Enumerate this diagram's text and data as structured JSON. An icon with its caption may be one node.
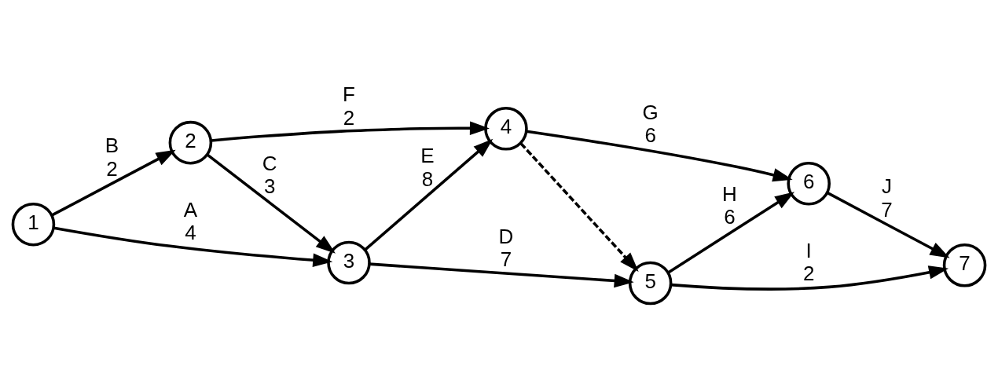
{
  "diagram": {
    "nodes": [
      {
        "text": [
          "1"
        ]
      },
      {
        "text": [
          "2"
        ]
      },
      {
        "text": [
          "3"
        ]
      },
      {
        "text": [
          "4"
        ]
      },
      {
        "text": [
          "5"
        ]
      },
      {
        "text": [
          "6"
        ]
      },
      {
        "text": [
          "7"
        ]
      }
    ],
    "edges": [
      {
        "from": 0,
        "to": 2,
        "arrow": "to",
        "label": "A 4"
      },
      {
        "from": 0,
        "to": 1,
        "arrow": "to",
        "label": "B 2"
      },
      {
        "from": 1,
        "to": 2,
        "arrow": "to",
        "label": "C 3"
      },
      {
        "from": 2,
        "to": 4,
        "arrow": "to",
        "label": "D 7"
      },
      {
        "from": 2,
        "to": 3,
        "arrow": "to",
        "label": "E 8"
      },
      {
        "from": 1,
        "to": 3,
        "arrow": "to",
        "label": "F 2"
      },
      {
        "from": 3,
        "to": 4,
        "arrow": "to",
        "style": "dashed"
      },
      {
        "from": 3,
        "to": 5,
        "arrow": "to",
        "label": "G 6"
      },
      {
        "from": 4,
        "to": 5,
        "arrow": "to",
        "label": "H 6"
      },
      {
        "from": 4,
        "to": 6,
        "arrow": "to",
        "label": "I 2"
      },
      {
        "from": 5,
        "to": 6,
        "arrow": "to",
        "label": "J 7"
      }
    ]
  }
}
